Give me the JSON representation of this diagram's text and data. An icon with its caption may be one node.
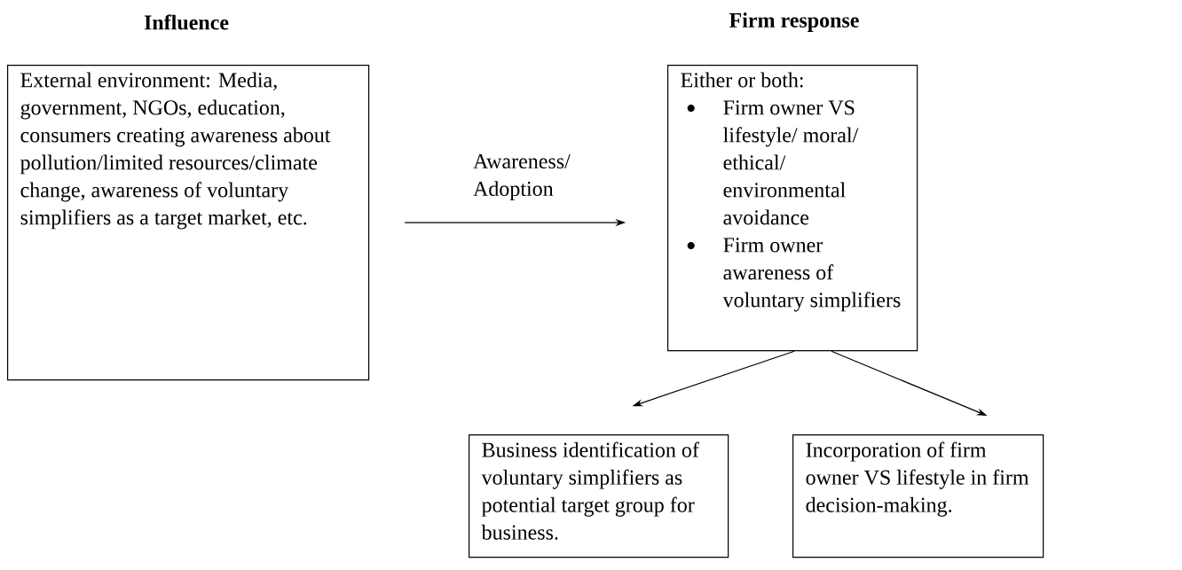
{
  "diagram": {
    "nodes": [
      {
        "text": [
          "External environment: Media, government, NGOs, education, consumers creating awareness about pollution/limited resources/climate change, awareness of voluntary simplifiers as a target market, etc."
        ]
      },
      {
        "text": [
          "Either or both:",
          "Firm owner VS lifestyle/ moral/ ethical/ environmental avoidance",
          "Firm owner awareness of voluntary simplifiers"
        ]
      },
      {
        "text": [
          "Business identification of voluntary simplifiers as potential target group for business."
        ]
      },
      {
        "text": [
          "Incorporation of firm owner VS lifestyle in firm decision-making."
        ]
      }
    ],
    "edges": [
      {
        "from": 0,
        "to": 1,
        "arrow": "to",
        "label": "Awareness/ Adoption"
      },
      {
        "from": 1,
        "to": 2,
        "arrow": "to"
      },
      {
        "from": 1,
        "to": 3,
        "arrow": "to"
      }
    ],
    "labels": [
      "Influence",
      "Firm response"
    ]
  }
}
